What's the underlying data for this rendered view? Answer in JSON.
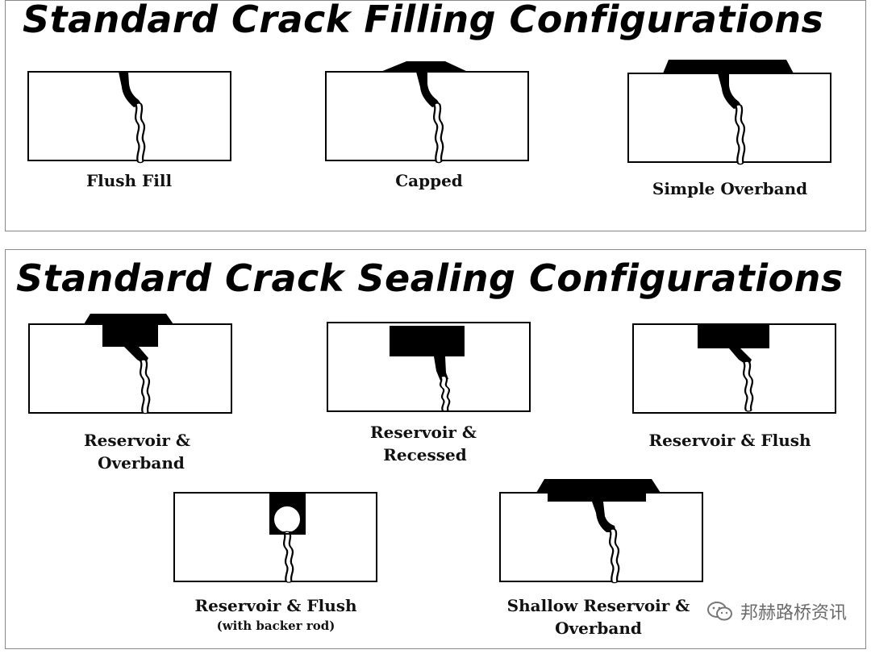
{
  "titles": {
    "filling": "Standard Crack Filling Configurations",
    "sealing": "Standard Crack Sealing Configurations"
  },
  "filling": {
    "flush_fill": "Flush Fill",
    "capped": "Capped",
    "simple_overband": "Simple Overband"
  },
  "sealing": {
    "reservoir_overband_1": "Reservoir &",
    "reservoir_overband_2": "Overband",
    "reservoir_recessed_1": "Reservoir &",
    "reservoir_recessed_2": "Recessed",
    "reservoir_flush": "Reservoir & Flush",
    "reservoir_flush_backer": "Reservoir & Flush",
    "backer_note": "(with backer rod)",
    "shallow_1": "Shallow Reservoir &",
    "shallow_2": "Overband"
  },
  "watermark": {
    "text": "邦赫路桥资讯",
    "icon": "wechat-icon"
  }
}
